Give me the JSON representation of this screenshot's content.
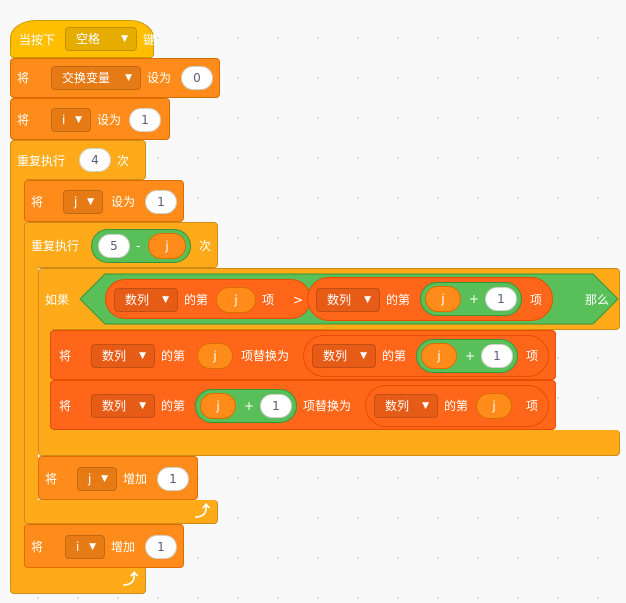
{
  "script": {
    "hat": {
      "label": "当按下",
      "key": "空格",
      "suffix": "键"
    },
    "set_swap": {
      "verb": "将",
      "var": "交换变量",
      "action": "设为",
      "value": "0"
    },
    "set_i": {
      "verb": "将",
      "var": "i",
      "action": "设为",
      "value": "1"
    },
    "repeat_outer": {
      "label": "重复执行",
      "count": "4",
      "suffix": "次"
    },
    "set_j": {
      "verb": "将",
      "var": "j",
      "action": "设为",
      "value": "1"
    },
    "repeat_inner": {
      "label": "重复执行",
      "left": "5",
      "op": "-",
      "right": "j",
      "suffix": "次"
    },
    "if_block": {
      "label": "如果",
      "then": "那么",
      "op": ">",
      "left": {
        "list": "数列",
        "of": "的第",
        "index": "j",
        "item": "项"
      },
      "right": {
        "list": "数列",
        "of": "的第",
        "index_a": "j",
        "plus": "+",
        "index_b": "1",
        "item": "项"
      }
    },
    "replace1": {
      "verb": "将",
      "list": "数列",
      "of": "的第",
      "index": "j",
      "replace": "项替换为",
      "src_list": "数列",
      "src_of": "的第",
      "src_a": "j",
      "src_plus": "+",
      "src_b": "1",
      "src_item": "项"
    },
    "replace2": {
      "verb": "将",
      "list": "数列",
      "of": "的第",
      "index_a": "j",
      "plus": "+",
      "index_b": "1",
      "replace": "项替换为",
      "src_list": "数列",
      "src_of": "的第",
      "src_index": "j",
      "src_item": "项"
    },
    "change_j": {
      "verb": "将",
      "var": "j",
      "action": "增加",
      "value": "1"
    },
    "change_i": {
      "verb": "将",
      "var": "i",
      "action": "增加",
      "value": "1"
    },
    "loop_arrow": "⤴"
  },
  "colors": {
    "events": "#FFBF00",
    "control": "#FFAB19",
    "variables": "#FF8C1A",
    "lists": "#FF661A",
    "operators": "#59C059"
  }
}
